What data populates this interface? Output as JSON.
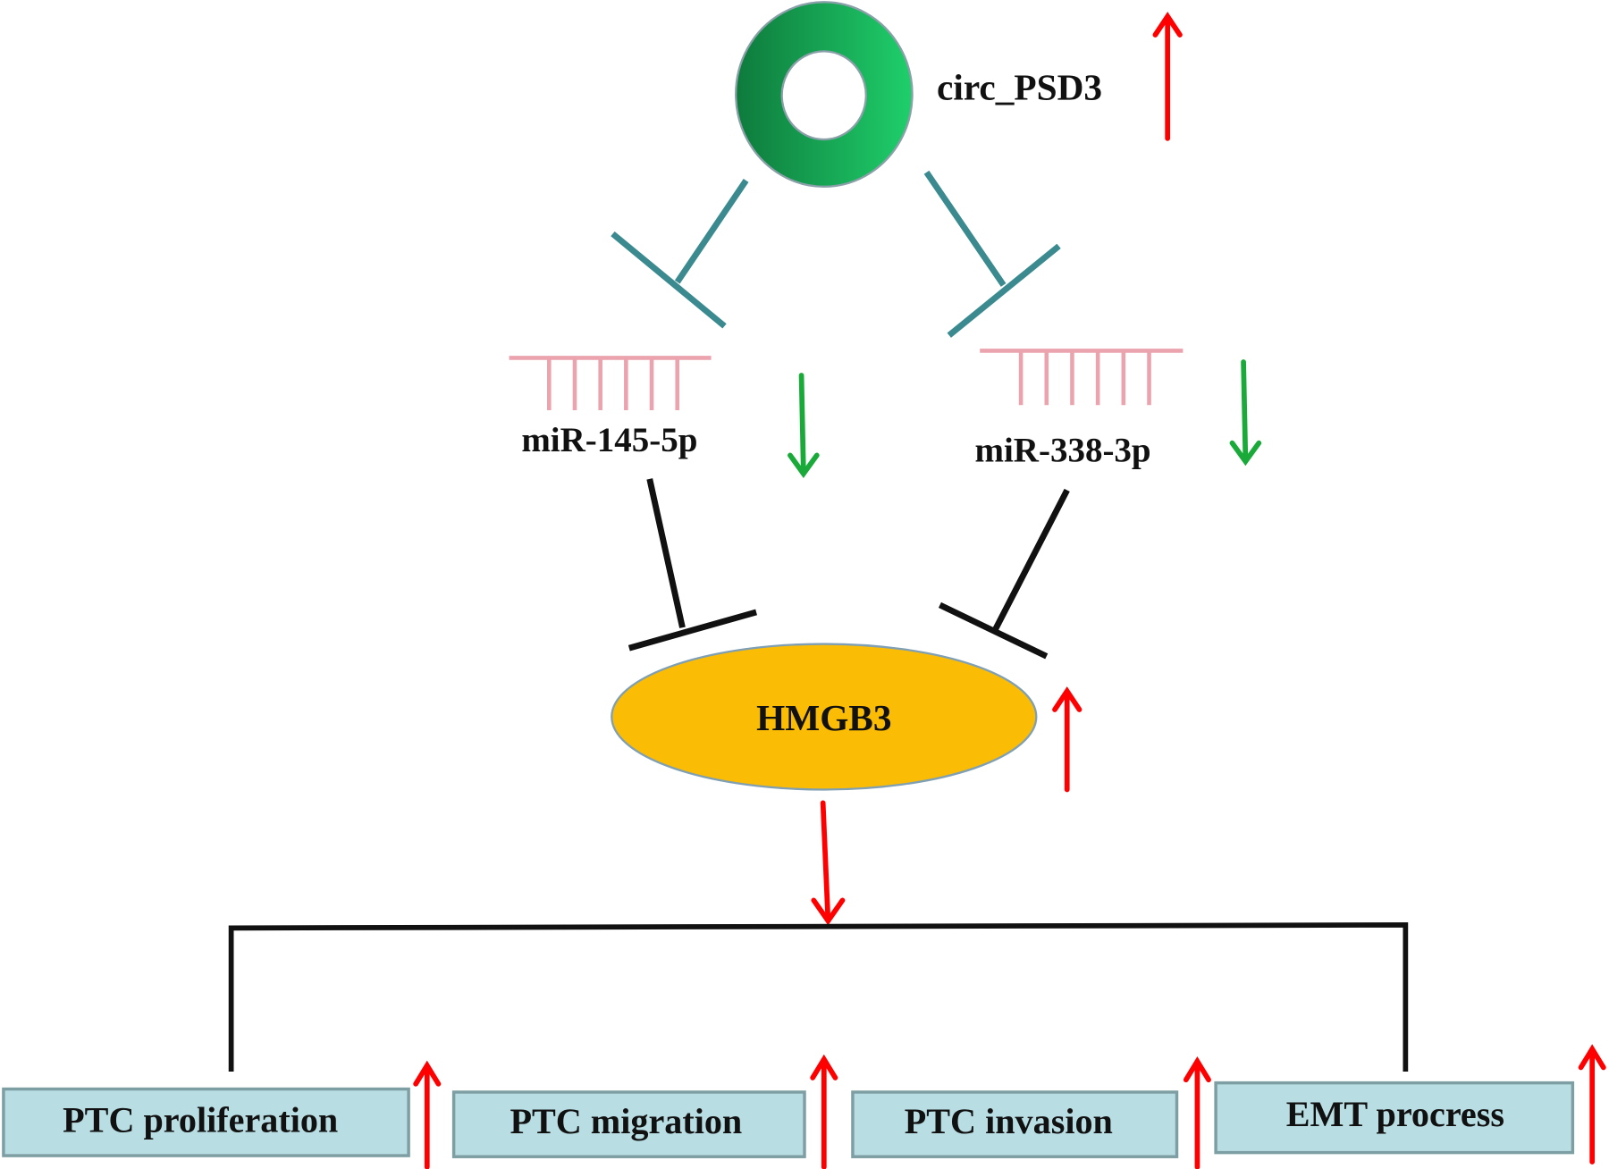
{
  "nodes": {
    "circ": {
      "label": "circ_PSD3",
      "trend": "up"
    },
    "mir1": {
      "label": "miR-145-5p",
      "trend": "down"
    },
    "mir2": {
      "label": "miR-338-3p",
      "trend": "down"
    },
    "hmgb3": {
      "label": "HMGB3",
      "trend": "up"
    }
  },
  "outcomes": [
    {
      "label": "PTC proliferation",
      "trend": "up"
    },
    {
      "label": "PTC migration",
      "trend": "up"
    },
    {
      "label": "PTC invasion",
      "trend": "up"
    },
    {
      "label": "EMT procress",
      "trend": "up"
    }
  ],
  "colors": {
    "up_arrow": "#ff0000",
    "down_arrow": "#1aaa3a",
    "inhibit_teal": "#3a8a8f",
    "inhibit_black": "#111111",
    "mirna": "#eba3ad",
    "hmgb3_fill": "#fbbc05",
    "box_fill": "#b8dde3",
    "ring_dark": "#0e7a3c",
    "ring_light": "#1fcf6b"
  }
}
